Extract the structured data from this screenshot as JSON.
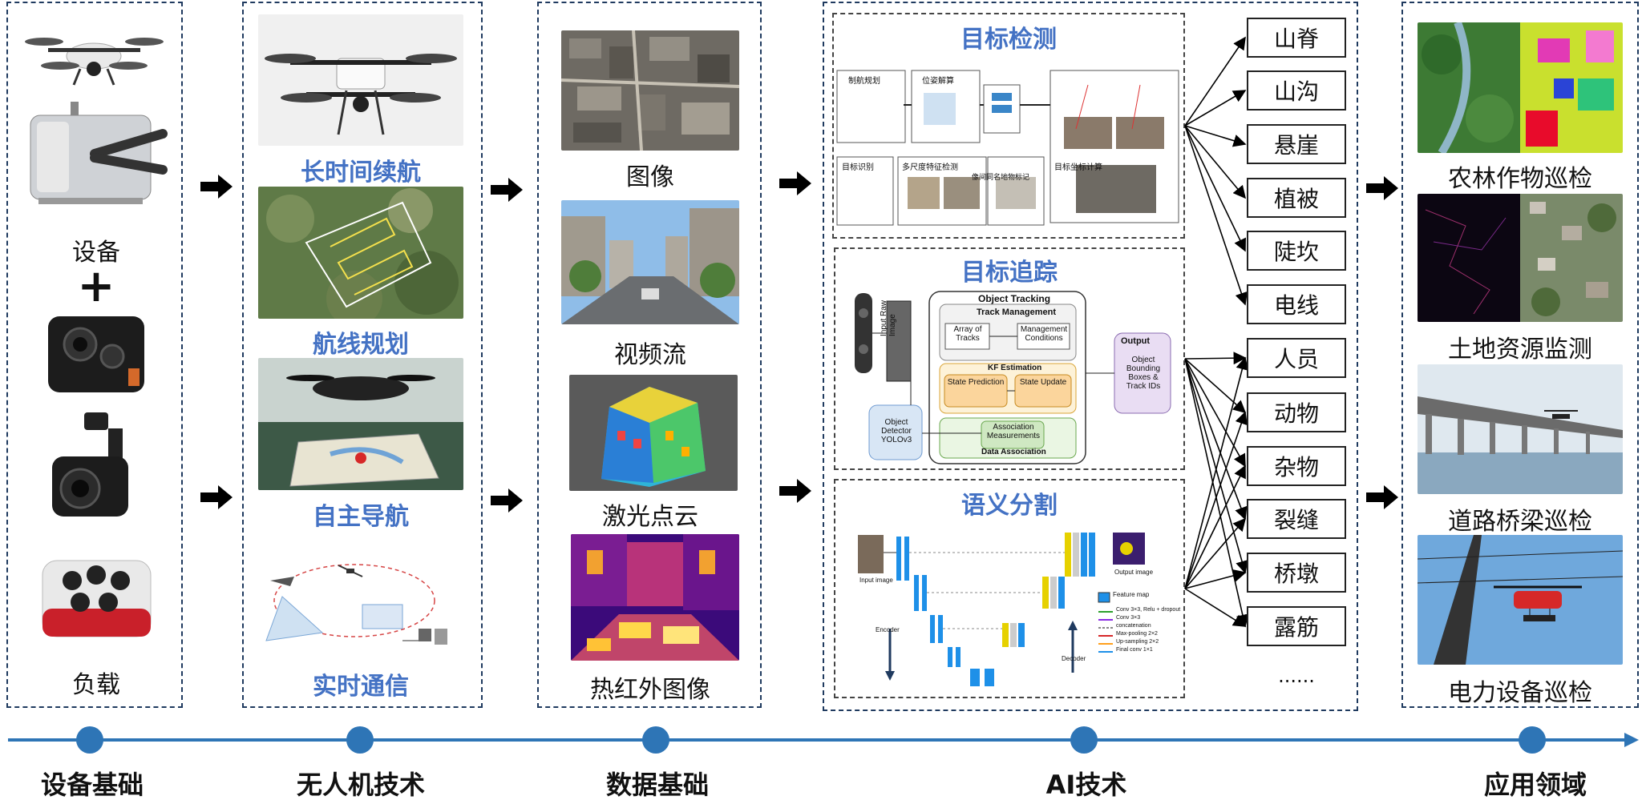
{
  "equipment": {
    "device_label": "设备",
    "plus": "+",
    "payload_label": "负载"
  },
  "uav_tech": {
    "items": [
      "长时间续航",
      "航线规划",
      "自主导航",
      "实时通信"
    ]
  },
  "data_base": {
    "items": [
      "图像",
      "视频流",
      "激光点云",
      "热红外图像"
    ]
  },
  "ai_tech": {
    "detection": {
      "title": "目标检测",
      "labels": [
        "制航规划",
        "位姿解算",
        "目标识别",
        "多尺度特征检测",
        "像间同名地物标记",
        "目标坐标计算"
      ]
    },
    "tracking": {
      "title": "目标追踪",
      "object_tracking": "Object Tracking",
      "track_management": "Track Management",
      "array_of_tracks": "Array of Tracks",
      "management_conditions": "Management Conditions",
      "kf_estimation": "KF Estimation",
      "state_prediction": "State Prediction",
      "state_update": "State Update",
      "association_measurements": "Association Measurements",
      "data_association": "Data Association",
      "object_detector": "Object Detector YOLOv3",
      "input_raw_image": "Input Raw Image",
      "output": "Output",
      "output_desc": "Object Bounding Boxes & Track IDs"
    },
    "segmentation": {
      "title": "语义分割",
      "legend": [
        "Conv 3×3, Relu + dropout",
        "Conv 3×3",
        "concatenation",
        "Max-pooling 2×2",
        "Up-sampling 2×2",
        "Final conv 1×1"
      ],
      "feature_map": "Feature map",
      "input_image": "Input image",
      "output_image": "Output image",
      "encoder": "Encoder",
      "decoder": "Decoder"
    }
  },
  "targets": {
    "items": [
      "山脊",
      "山沟",
      "悬崖",
      "植被",
      "陡坎",
      "电线",
      "人员",
      "动物",
      "杂物",
      "裂缝",
      "桥墩",
      "露筋"
    ],
    "ellipsis": "......"
  },
  "applications": {
    "items": [
      "农林作物巡检",
      "土地资源监测",
      "道路桥梁巡检",
      "电力设备巡检"
    ]
  },
  "timeline": {
    "stages": [
      "设备基础",
      "无人机技术",
      "数据基础",
      "AI技术",
      "应用领域"
    ]
  }
}
